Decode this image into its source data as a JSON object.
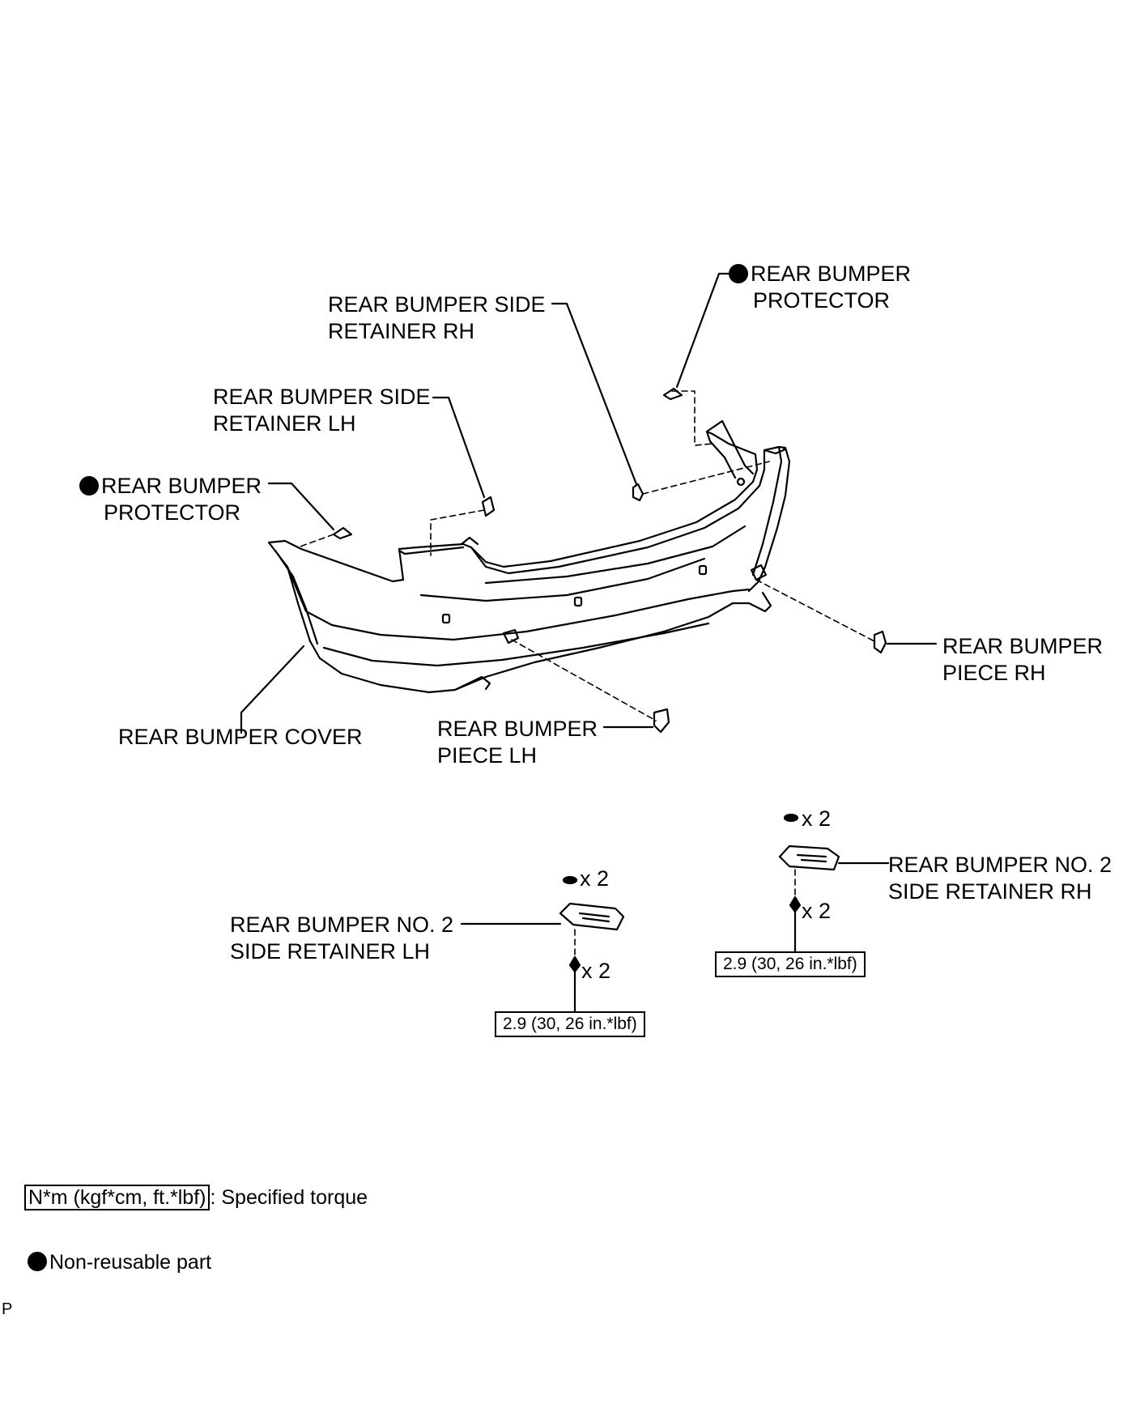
{
  "labels": {
    "protector_rh": [
      "REAR BUMPER",
      "PROTECTOR"
    ],
    "side_retainer_rh": [
      "REAR BUMPER SIDE",
      "RETAINER RH"
    ],
    "side_retainer_lh": [
      "REAR BUMPER SIDE",
      "RETAINER LH"
    ],
    "protector_lh": [
      "REAR BUMPER",
      "PROTECTOR"
    ],
    "piece_rh": [
      "REAR BUMPER",
      "PIECE RH"
    ],
    "cover": "REAR BUMPER COVER",
    "piece_lh": [
      "REAR BUMPER",
      "PIECE LH"
    ],
    "no2_retainer_rh": [
      "REAR BUMPER NO. 2",
      "SIDE RETAINER RH"
    ],
    "no2_retainer_lh": [
      "REAR BUMPER NO. 2",
      "SIDE RETAINER LH"
    ]
  },
  "quantities": {
    "clip_rh": "x 2",
    "screw_rh": "x 2",
    "clip_lh": "x 2",
    "screw_lh": "x 2"
  },
  "torques": {
    "rh": "2.9 (30, 26 in.*lbf)",
    "lh": "2.9 (30, 26 in.*lbf)"
  },
  "legend": {
    "torque_unit": "N*m (kgf*cm, ft.*lbf)",
    "torque_text": ": Specified torque",
    "nonreusable_text": "Non-reusable part"
  },
  "corner_mark": "P",
  "colors": {
    "ink": "#000000",
    "background": "#ffffff"
  }
}
